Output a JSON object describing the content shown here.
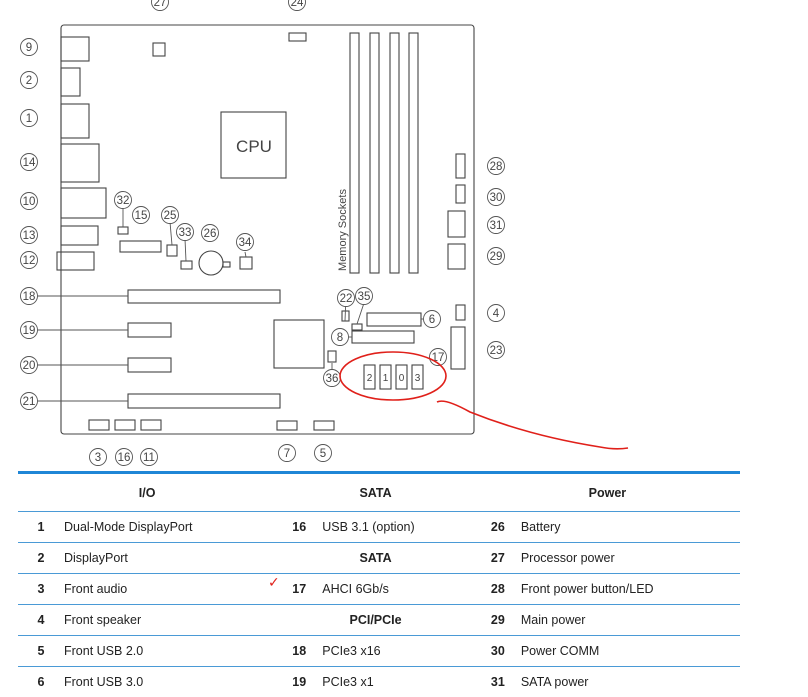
{
  "diagram": {
    "cpu_label": "CPU",
    "memory_label": "Memory Sockets",
    "sata_ports": [
      "2",
      "1",
      "0",
      "3"
    ],
    "callouts": [
      "27",
      "24",
      "9",
      "2",
      "1",
      "14",
      "10",
      "13",
      "12",
      "18",
      "19",
      "20",
      "21",
      "32",
      "15",
      "25",
      "33",
      "26",
      "34",
      "28",
      "30",
      "31",
      "29",
      "4",
      "23",
      "22",
      "35",
      "6",
      "8",
      "17",
      "36",
      "3",
      "16",
      "11",
      "7",
      "5"
    ]
  },
  "legend": {
    "headers": [
      "I/O",
      "SATA",
      "Power"
    ],
    "rows": [
      {
        "c1_num": "1",
        "c1_label": "Dual-Mode DisplayPort",
        "c2_num": "16",
        "c2_label": "USB 3.1 (option)",
        "c2_sub": "",
        "c3_num": "26",
        "c3_label": "Battery"
      },
      {
        "c1_num": "2",
        "c1_label": "DisplayPort",
        "c2_num": "",
        "c2_label": "",
        "c2_sub": "SATA",
        "c3_num": "27",
        "c3_label": "Processor power"
      },
      {
        "c1_num": "3",
        "c1_label": "Front audio",
        "c2_num": "17",
        "c2_label": "AHCI 6Gb/s",
        "c2_sub": "",
        "c3_num": "28",
        "c3_label": "Front power button/LED"
      },
      {
        "c1_num": "4",
        "c1_label": "Front speaker",
        "c2_num": "",
        "c2_label": "",
        "c2_sub": "PCI/PCIe",
        "c3_num": "29",
        "c3_label": "Main power"
      },
      {
        "c1_num": "5",
        "c1_label": "Front USB 2.0",
        "c2_num": "18",
        "c2_label": "PCIe3 x16",
        "c2_sub": "",
        "c3_num": "30",
        "c3_label": "Power COMM"
      },
      {
        "c1_num": "6",
        "c1_label": "Front USB 3.0",
        "c2_num": "19",
        "c2_label": "PCIe3 x1",
        "c2_sub": "",
        "c3_num": "31",
        "c3_label": "SATA power"
      }
    ]
  },
  "colors": {
    "annotation": "#e0201a",
    "table_rule": "#1f86d6"
  }
}
